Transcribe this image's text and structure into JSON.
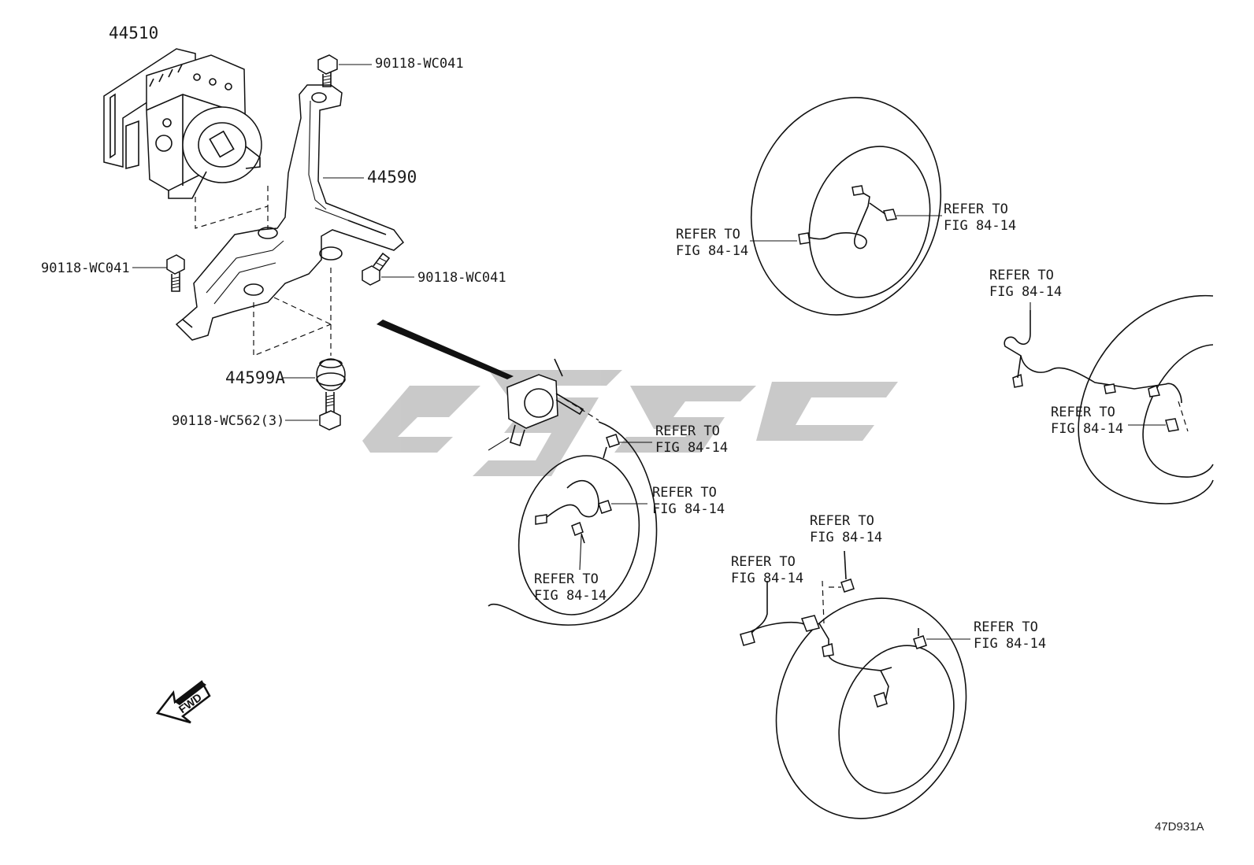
{
  "diagram_code": "47D931A",
  "direction_marker": "FWD",
  "parts": {
    "abs_actuator": "44510",
    "bracket": "44590",
    "cushion": "44599A",
    "bolt_top": "90118-WC041",
    "bolt_left": "90118-WC041",
    "bolt_right": "90118-WC041",
    "bolt_bottom": "90118-WC562(3)"
  },
  "references": [
    {
      "line1": "REFER TO",
      "line2": "FIG 84-14"
    },
    {
      "line1": "REFER TO",
      "line2": "FIG 84-14"
    },
    {
      "line1": "REFER TO",
      "line2": "FIG 84-14"
    },
    {
      "line1": "REFER TO",
      "line2": "FIG 84-14"
    },
    {
      "line1": "REFER TO",
      "line2": "FIG 84-14"
    },
    {
      "line1": "REFER TO",
      "line2": "FIG 84-14"
    },
    {
      "line1": "REFER TO",
      "line2": "FIG 84-14"
    },
    {
      "line1": "REFER TO",
      "line2": "FIG 84-14"
    },
    {
      "line1": "REFER TO",
      "line2": "FIG 84-14"
    },
    {
      "line1": "REFER TO",
      "line2": "FIG 84-14"
    }
  ]
}
